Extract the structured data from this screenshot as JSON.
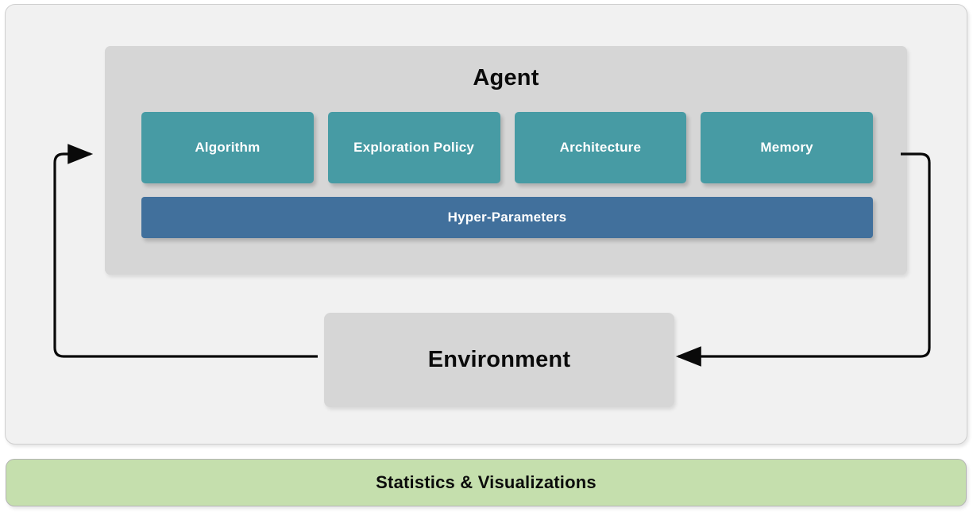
{
  "diagram": {
    "title": "Agent-Environment Reinforcement Learning Architecture",
    "colors": {
      "outer_card_bg": "#f1f1f1",
      "agent_bg": "#d6d6d6",
      "component_teal": "#479ba4",
      "hyper_blue": "#41709c",
      "environment_bg": "#d6d6d6",
      "stats_green": "#c5dfad",
      "arrow_stroke": "#0a0a0a"
    },
    "agent": {
      "title": "Agent",
      "components": [
        {
          "label": "Algorithm"
        },
        {
          "label": "Exploration Policy"
        },
        {
          "label": "Architecture"
        },
        {
          "label": "Memory"
        }
      ],
      "hyper_parameters": {
        "label": "Hyper-Parameters"
      }
    },
    "environment": {
      "title": "Environment"
    },
    "loop": {
      "inbound_arrow_name": "environment-to-agent-arrow",
      "outbound_arrow_name": "agent-to-environment-arrow"
    },
    "statistics": {
      "label": "Statistics & Visualizations"
    }
  }
}
